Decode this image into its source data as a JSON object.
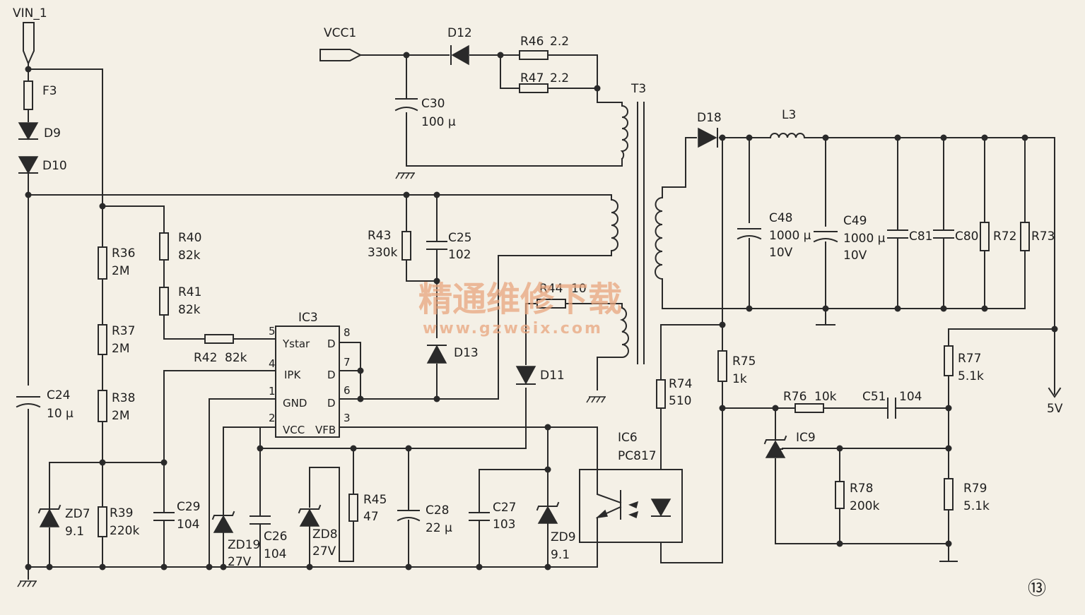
{
  "labels": {
    "vin1": "VIN_1",
    "vcc1": "VCC1",
    "f3": "F3",
    "d9": "D9",
    "d10": "D10",
    "d12": "D12",
    "r46": "R46",
    "r46v": "2.2",
    "r47": "R47",
    "r47v": "2.2",
    "c30": "C30",
    "c30v": "100 µ",
    "t3": "T3",
    "d18": "D18",
    "l3": "L3",
    "r36": "R36",
    "r36v": "2M",
    "r37": "R37",
    "r37v": "2M",
    "r38": "R38",
    "r38v": "2M",
    "r39": "R39",
    "r39v": "220k",
    "r40": "R40",
    "r40v": "82k",
    "r41": "R41",
    "r41v": "82k",
    "r42": "R42",
    "r42v": "82k",
    "r43": "R43",
    "r43v": "330k",
    "c25": "C25",
    "c25v": "102",
    "r44": "R44",
    "r44v": "10",
    "ic3": "IC3",
    "d13": "D13",
    "d11": "D11",
    "c24": "C24",
    "c24v": "10 µ",
    "zd7": "ZD7",
    "zd7v": "9.1",
    "c29": "C29",
    "c29v": "104",
    "zd19": "ZD19",
    "zd19v": "27V",
    "c26": "C26",
    "c26v": "104",
    "zd8": "ZD8",
    "zd8v": "27V",
    "r45": "R45",
    "r45v": "47",
    "c28": "C28",
    "c28v": "22 µ",
    "c27": "C27",
    "c27v": "103",
    "zd9": "ZD9",
    "zd9v": "9.1",
    "ic6": "IC6",
    "ic6v": "PC817",
    "r74": "R74",
    "r74v": "510",
    "r75": "R75",
    "r75v": "1k",
    "r76": "R76",
    "r76v": "10k",
    "c51": "C51",
    "c51v": "104",
    "r77": "R77",
    "r77v": "5.1k",
    "ic9": "IC9",
    "r78": "R78",
    "r78v": "200k",
    "r79": "R79",
    "r79v": "5.1k",
    "c48": "C48",
    "c48v": "1000 µ",
    "c48u": "10V",
    "c49": "C49",
    "c49v": "1000 µ",
    "c49u": "10V",
    "c81": "C81",
    "c80": "C80",
    "r72": "R72",
    "r73": "R73",
    "out5v": "5V",
    "page_mark": "⑬"
  },
  "ic3_pins": {
    "p5": "5",
    "p4": "4",
    "p1": "1",
    "p2": "2",
    "p8": "8",
    "p7": "7",
    "p6": "6",
    "p3": "3",
    "ystar": "Ystar",
    "ipk": "IPK",
    "gnd": "GND",
    "vcc": "VCC",
    "d8": "D",
    "d7": "D",
    "d6": "D",
    "vfb": "VFB"
  },
  "watermark": {
    "cn": "精通维修下载",
    "url": "www.gzweix.com"
  }
}
